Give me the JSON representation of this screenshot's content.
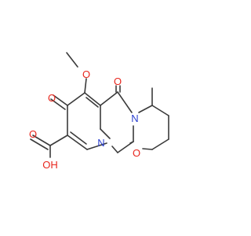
{
  "molecule": {
    "atoms": {
      "o_methoxy": "O",
      "o_ketone_top": "O",
      "o_ketone_left": "O",
      "n_ring_right": "N",
      "n_ring_bottom": "N",
      "o_ring": "O",
      "o_acid": "O",
      "oh_acid": "OH"
    },
    "colors": {
      "bond": "#3a3a3a",
      "oxygen": "#e8261d",
      "nitrogen": "#2a3fcf",
      "background": "#ffffff"
    }
  }
}
